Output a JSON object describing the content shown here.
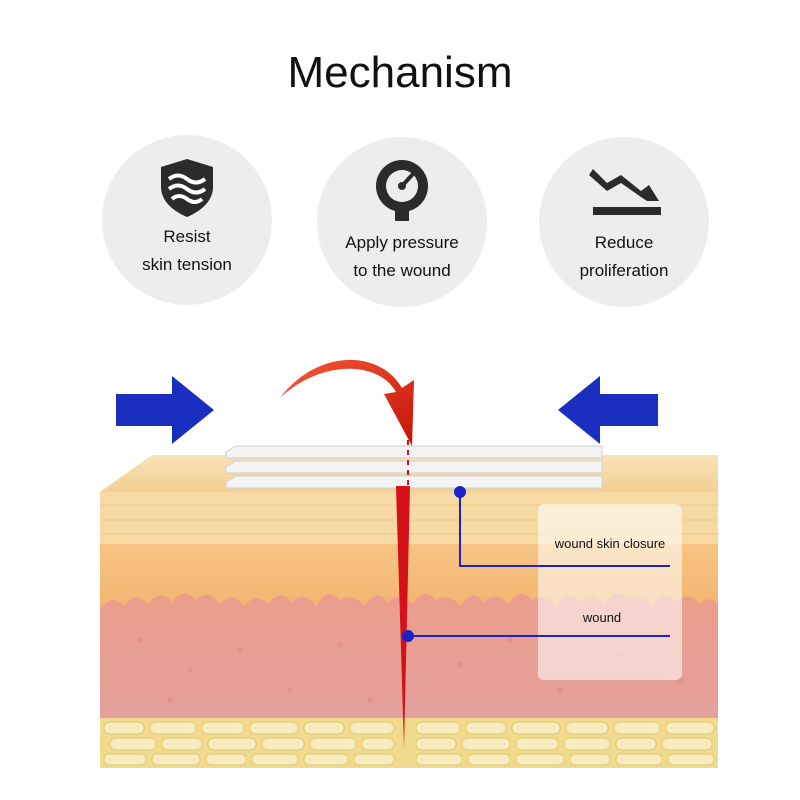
{
  "title": "Mechanism",
  "features": [
    {
      "icon": "shield-wave-icon",
      "line1": "Resist",
      "line2": "skin tension"
    },
    {
      "icon": "pressure-gauge-icon",
      "line1": "Apply pressure",
      "line2": "to the wound"
    },
    {
      "icon": "downward-slope-icon",
      "line1": "Reduce",
      "line2": "proliferation"
    }
  ],
  "callouts": {
    "closure": "wound skin closure",
    "wound": "wound"
  },
  "colors": {
    "push_arrow": "#1a2fbf",
    "fold_arrow": "#e8200f",
    "wound_line": "#d4101a",
    "leader_line": "#1b22c8",
    "skin_top": "#f7d9a4",
    "dermis": "#e8a39a",
    "fat": "#f6e9b4"
  }
}
